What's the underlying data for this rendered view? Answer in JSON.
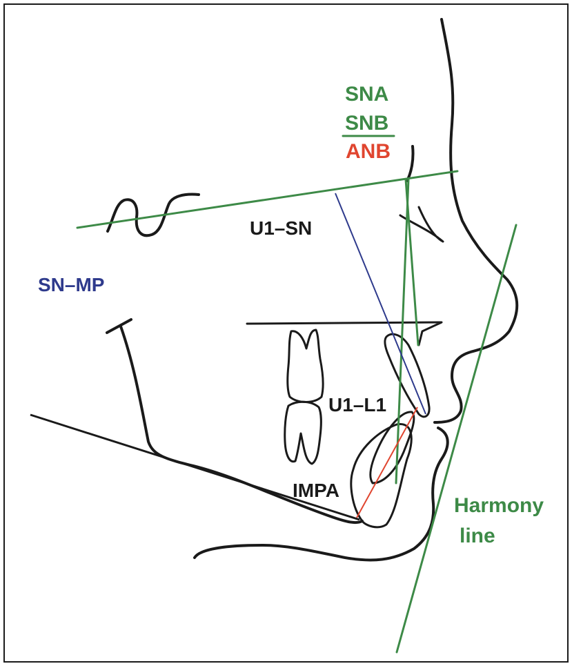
{
  "labels": {
    "sna": "SNA",
    "snb": "SNB",
    "anb": "ANB",
    "u1_sn": "U1–SN",
    "sn_mp": "SN–MP",
    "u1_l1": "U1–L1",
    "impa": "IMPA",
    "harmony_line_1": "Harmony",
    "harmony_line_2": "line"
  },
  "colors": {
    "green": "#3d8a47",
    "blue": "#2e3a8c",
    "red": "#e0452f",
    "outline": "#1a1a1a",
    "text": "#1a1a1a"
  }
}
